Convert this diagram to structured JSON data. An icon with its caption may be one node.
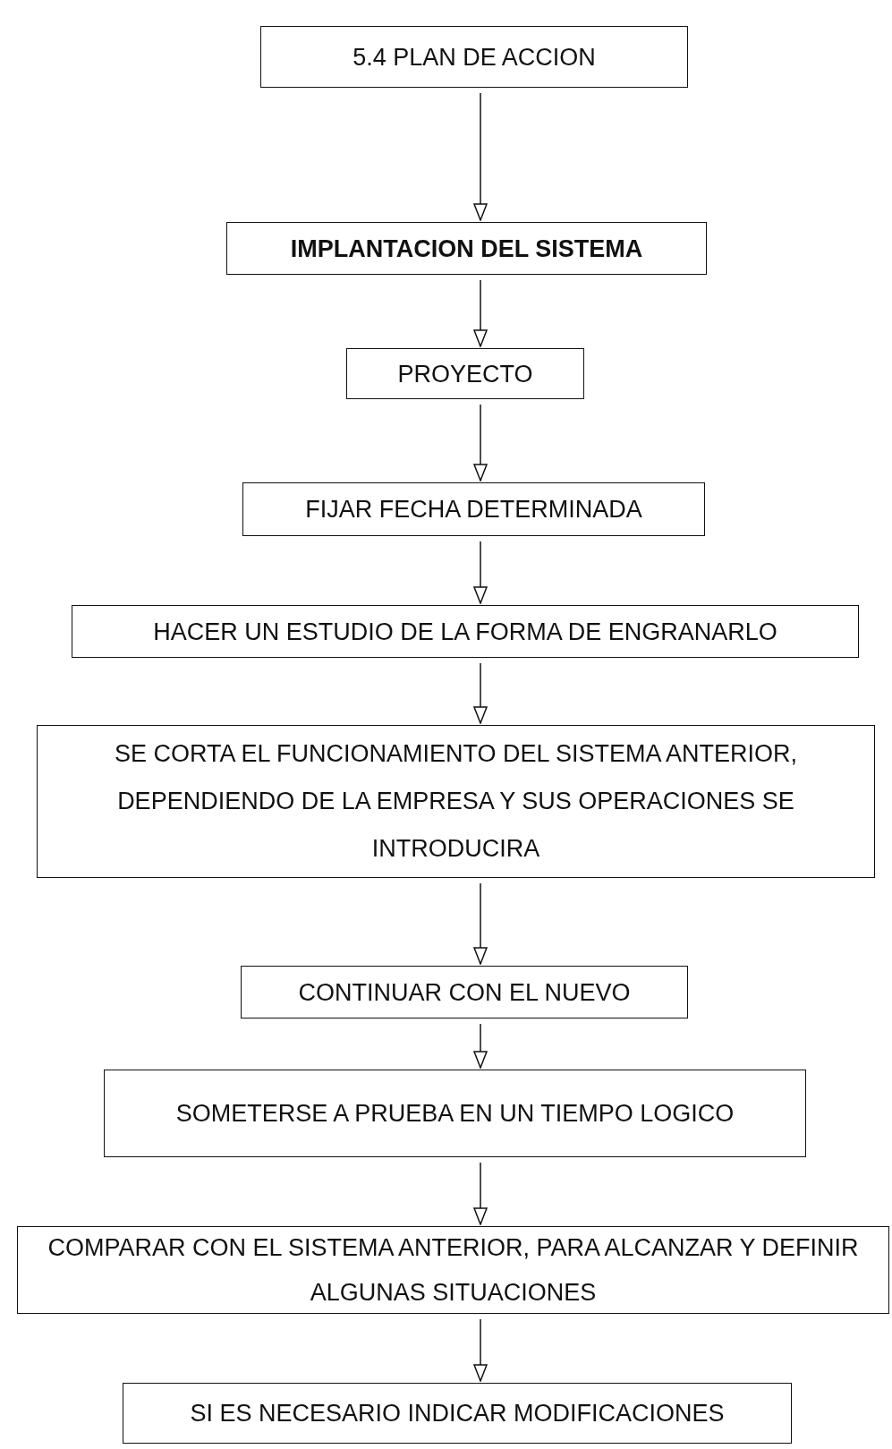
{
  "diagram": {
    "nodes": [
      {
        "text": [
          "5.4 PLAN DE ACCION"
        ]
      },
      {
        "text": [
          "IMPLANTACION DEL SISTEMA"
        ]
      },
      {
        "text": [
          "PROYECTO"
        ]
      },
      {
        "text": [
          "FIJAR FECHA DETERMINADA"
        ]
      },
      {
        "text": [
          "HACER UN ESTUDIO DE LA FORMA DE ENGRANARLO"
        ]
      },
      {
        "text": [
          "SE CORTA EL FUNCIONAMIENTO DEL SISTEMA ANTERIOR, DEPENDIENDO DE LA EMPRESA Y SUS OPERACIONES SE INTRODUCIRA"
        ]
      },
      {
        "text": [
          "CONTINUAR CON EL NUEVO"
        ]
      },
      {
        "text": [
          "SOMETERSE A PRUEBA EN UN TIEMPO LOGICO"
        ]
      },
      {
        "text": [
          "COMPARAR CON EL SISTEMA ANTERIOR, PARA ALCANZAR Y DEFINIR ALGUNAS SITUACIONES"
        ]
      },
      {
        "text": [
          "SI ES NECESARIO INDICAR MODIFICACIONES"
        ]
      }
    ],
    "edges": [
      {
        "from": 0,
        "to": 1,
        "arrow": "to"
      },
      {
        "from": 1,
        "to": 2,
        "arrow": "to"
      },
      {
        "from": 2,
        "to": 3,
        "arrow": "to"
      },
      {
        "from": 3,
        "to": 4,
        "arrow": "to"
      },
      {
        "from": 4,
        "to": 5,
        "arrow": "to"
      },
      {
        "from": 5,
        "to": 6,
        "arrow": "to"
      },
      {
        "from": 6,
        "to": 7,
        "arrow": "to"
      },
      {
        "from": 7,
        "to": 8,
        "arrow": "to"
      },
      {
        "from": 8,
        "to": 9,
        "arrow": "to"
      }
    ]
  }
}
